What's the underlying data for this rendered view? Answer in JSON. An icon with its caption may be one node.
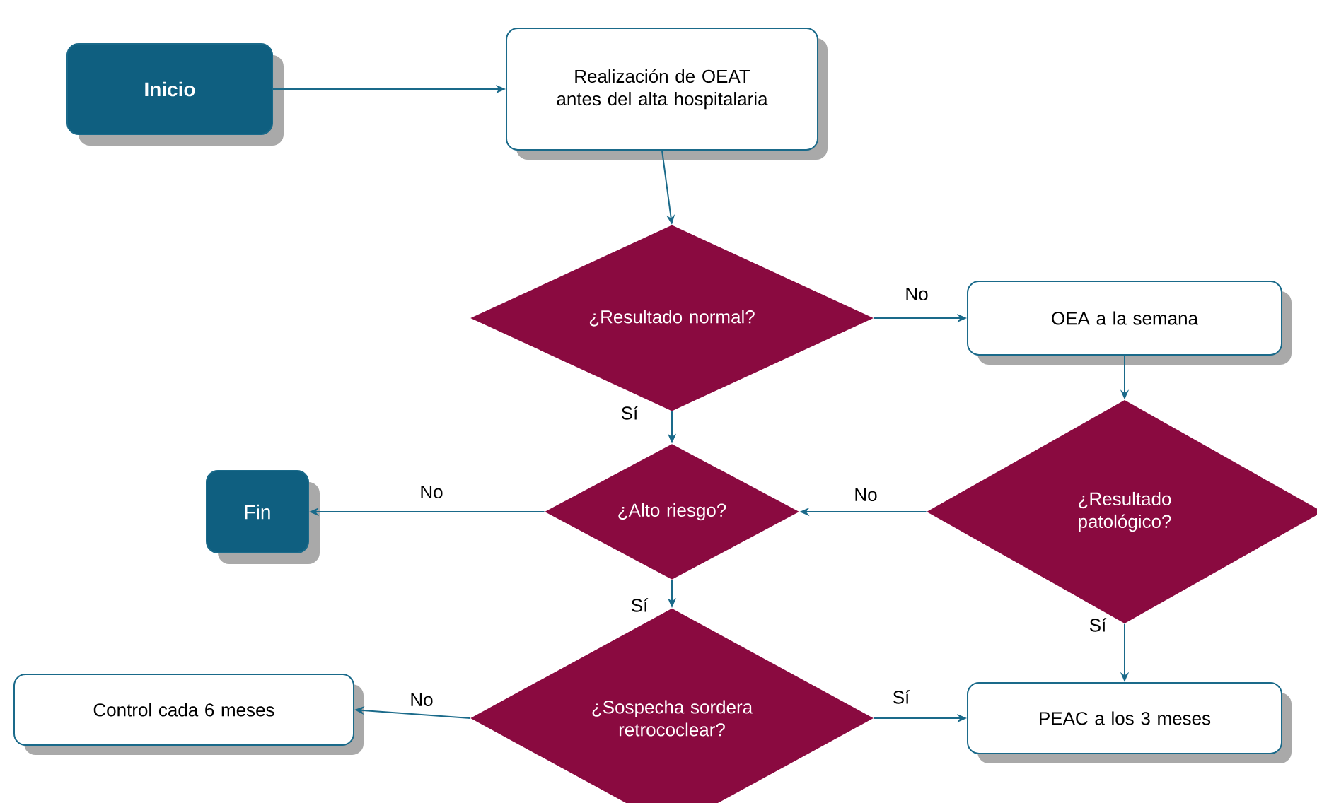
{
  "diagram": {
    "nodes": [
      {
        "text": [
          "Inicio"
        ]
      },
      {
        "text": [
          "Realización de OEAT antes del alta hospitalaria"
        ]
      },
      {
        "text": [
          "¿Resultado normal?"
        ]
      },
      {
        "text": [
          "OEA a la semana"
        ]
      },
      {
        "text": [
          "Fin"
        ]
      },
      {
        "text": [
          "¿Alto riesgo?"
        ]
      },
      {
        "text": [
          "¿Resultado patológico?"
        ]
      },
      {
        "text": [
          "Control cada 6 meses"
        ]
      },
      {
        "text": [
          "¿Sospecha sordera retrococlear?"
        ]
      },
      {
        "text": [
          "PEAC a los 3 meses"
        ]
      }
    ],
    "edges": [
      {
        "from": 0,
        "to": 1,
        "arrow": "to"
      },
      {
        "from": 1,
        "to": 2,
        "arrow": "to"
      },
      {
        "from": 2,
        "to": 3,
        "arrow": "to",
        "label": "No"
      },
      {
        "from": 2,
        "to": 5,
        "arrow": "to",
        "label": "Sí"
      },
      {
        "from": 3,
        "to": 6,
        "arrow": "to"
      },
      {
        "from": 6,
        "to": 5,
        "arrow": "to",
        "label": "No"
      },
      {
        "from": 5,
        "to": 4,
        "arrow": "to",
        "label": "No"
      },
      {
        "from": 5,
        "to": 8,
        "arrow": "to",
        "label": "Sí"
      },
      {
        "from": 6,
        "to": 9,
        "arrow": "to",
        "label": "Sí"
      },
      {
        "from": 8,
        "to": 7,
        "arrow": "to",
        "label": "No"
      },
      {
        "from": 8,
        "to": 9,
        "arrow": "to",
        "label": "Sí"
      }
    ]
  }
}
